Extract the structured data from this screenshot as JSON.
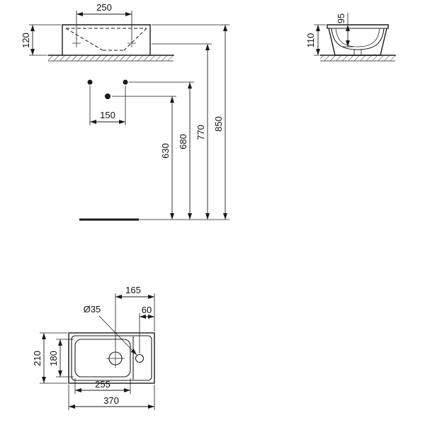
{
  "colors": {
    "background": "#ffffff",
    "line": "#1a1a1a"
  },
  "front_view": {
    "top_width": "250",
    "basin_height": "120",
    "fixing_spacing": "150",
    "h_drain": "630",
    "h_fixing": "680",
    "h_rim": "770",
    "h_top": "850"
  },
  "side_view": {
    "inner_depth": "95",
    "total_height": "110"
  },
  "plan_view": {
    "waste_to_edge": "165",
    "tap_to_edge": "60",
    "tap_diameter": "Ø35",
    "total_depth": "210",
    "bowl_depth": "180",
    "bowl_width": "255",
    "total_width": "370"
  }
}
